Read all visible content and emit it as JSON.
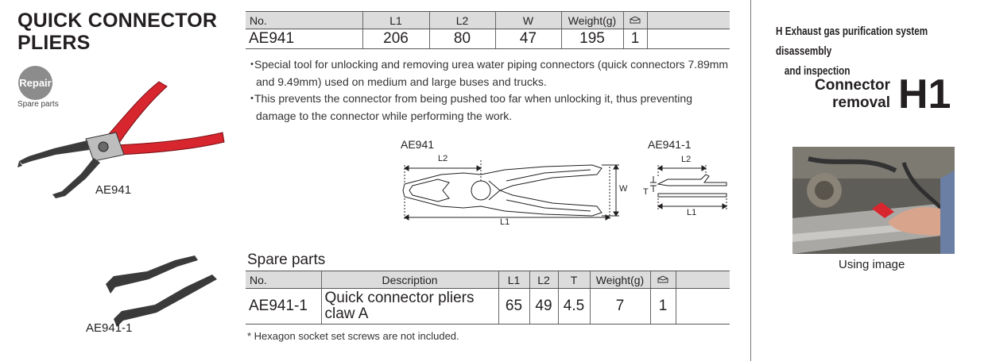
{
  "product": {
    "title_line1": "QUICK CONNECTOR",
    "title_line2": "PLIERS",
    "badge": "Repair",
    "badge_sub": "Spare parts",
    "main_image_label": "AE941",
    "spare_image_label": "AE941-1",
    "grip_color": "#d7262e"
  },
  "spec_table": {
    "headers": [
      "No.",
      "L1",
      "L2",
      "W",
      "Weight(g)",
      "box-icon",
      ""
    ],
    "row": [
      "AE941",
      "206",
      "80",
      "47",
      "195",
      "1",
      ""
    ]
  },
  "bullets": [
    "Special tool for unlocking and removing urea water piping connectors (quick connectors 7.89mm and 9.49mm) used on medium and large buses and trucks.",
    "This prevents the connector from being pushed too far when unlocking it, thus preventing damage to the connector while performing the work."
  ],
  "diagram": {
    "main_label": "AE941",
    "spare_label": "AE941-1",
    "dim_l1": "L1",
    "dim_l2": "L2",
    "dim_w": "W",
    "dim_t": "T"
  },
  "spare_parts": {
    "heading": "Spare parts",
    "headers": [
      "No.",
      "Description",
      "L1",
      "L2",
      "T",
      "Weight(g)",
      "box-icon",
      ""
    ],
    "row": {
      "no": "AE941-1",
      "description_line1": "Quick connector pliers",
      "description_line2": "claw A",
      "l1": "65",
      "l2": "49",
      "t": "4.5",
      "weight": "7",
      "qty": "1"
    },
    "footnote": "* Hexagon socket set screws are not included."
  },
  "category": {
    "heading_line1": "H Exhaust gas purification system disassembly",
    "heading_line2": "and inspection",
    "label_line1": "Connector",
    "label_line2": "removal",
    "code": "H1",
    "photo_caption": "Using image"
  }
}
